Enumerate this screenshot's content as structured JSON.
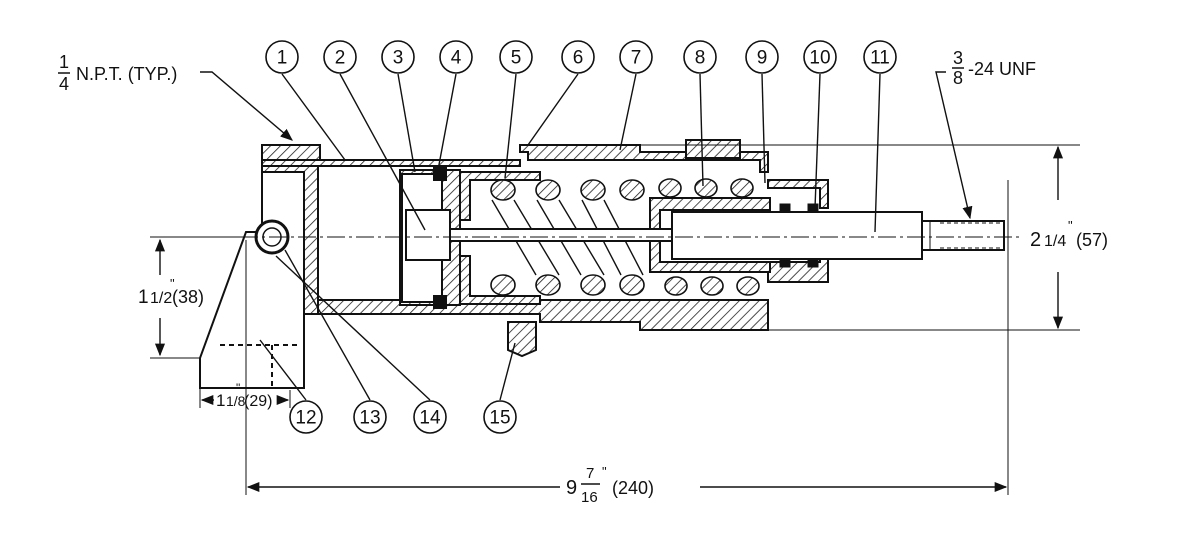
{
  "callouts": [
    "1",
    "2",
    "3",
    "4",
    "5",
    "6",
    "7",
    "8",
    "9",
    "10",
    "11",
    "12",
    "13",
    "14",
    "15"
  ],
  "notes": {
    "npt_qty": "1",
    "npt_den": "4",
    "npt_text": "N.P.T. (TYP.)",
    "thread_num": "3",
    "thread_den": "8",
    "thread_text": "-24 UNF"
  },
  "dimensions": {
    "overall_whole": "9",
    "overall_num": "7",
    "overall_den": "16",
    "overall_mark": "\"",
    "overall_mm": "(240)",
    "height_whole": "2",
    "height_frac": "1/4",
    "height_mark": "\"",
    "height_mm": "(57)",
    "mount_whole": "1",
    "mount_frac": "1/2",
    "mount_mark": "\"",
    "mount_mm": "(38)",
    "foot_whole": "1",
    "foot_frac": "1/8",
    "foot_mark": "\"",
    "foot_mm": "(29)"
  }
}
